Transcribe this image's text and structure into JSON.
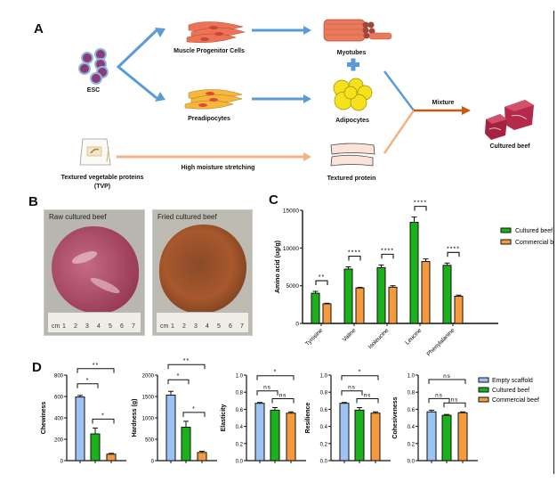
{
  "panels": {
    "a": "A",
    "b": "B",
    "c": "C",
    "d": "D"
  },
  "panel_a": {
    "esc": "ESC",
    "muscle_progenitor": "Muscle Progenitor Cells",
    "preadipocytes": "Preadipocytes",
    "myotubes": "Myotubes",
    "adipocytes": "Adipocytes",
    "tvp_line1": "Textured vegetable proteins",
    "tvp_line2": "(TVP)",
    "stretching": "High moisture stretching",
    "textured_protein": "Textured protein",
    "mixture": "Mixture",
    "cultured_beef": "Cultured beef",
    "colors": {
      "blue_arrow": "#5b9bd5",
      "salmon_arrow": "#f4b183",
      "mixture_arrow": "#c55a11"
    }
  },
  "panel_b": {
    "raw_caption": "Raw cultured beef",
    "fried_caption": "Fried cultured beef",
    "ruler_unit": "cm",
    "ruler_ticks": [
      "1",
      "2",
      "3",
      "4",
      "5",
      "6",
      "7"
    ]
  },
  "chart_data": [
    {
      "id": "C",
      "type": "bar",
      "title": "",
      "xlabel": "",
      "ylabel": "Amino acid (ug/g)",
      "ylim": [
        0,
        15000
      ],
      "yticks": [
        "0",
        "5000",
        "10000",
        "15000"
      ],
      "categories": [
        "Tyrosine",
        "Valine",
        "Isoleucine",
        "Leucine",
        "Phenylalanine"
      ],
      "series": [
        {
          "name": "Cultured beef",
          "color": "#1ab11a",
          "values": [
            4000,
            7200,
            7400,
            13400,
            7700
          ],
          "errors": [
            250,
            300,
            350,
            700,
            300
          ]
        },
        {
          "name": "Commercial beef",
          "color": "#f79a3e",
          "values": [
            2600,
            4700,
            4800,
            8200,
            3600
          ],
          "errors": [
            80,
            80,
            200,
            350,
            150
          ]
        }
      ],
      "significance": [
        "**",
        "****",
        "****",
        "****",
        "****"
      ],
      "legend": "right"
    },
    {
      "id": "D-chewiness",
      "type": "bar",
      "ylabel": "Chewiness",
      "ylim": [
        0,
        800
      ],
      "yticks": [
        "0",
        "200",
        "400",
        "600",
        "800"
      ],
      "categories": [
        "Empty scaffold",
        "Cultured beef",
        "Commercial beef"
      ],
      "values": [
        595,
        250,
        60
      ],
      "errors": [
        15,
        55,
        8
      ],
      "brackets": [
        {
          "from": 0,
          "to": 1,
          "label": "*"
        },
        {
          "from": 0,
          "to": 2,
          "label": "**"
        },
        {
          "from": 1,
          "to": 2,
          "label": "*"
        }
      ]
    },
    {
      "id": "D-hardness",
      "type": "bar",
      "ylabel": "Hardness (g)",
      "ylim": [
        0,
        2000
      ],
      "yticks": [
        "0",
        "500",
        "1000",
        "1500",
        "2000"
      ],
      "categories": [
        "Empty scaffold",
        "Cultured beef",
        "Commercial beef"
      ],
      "values": [
        1530,
        780,
        190
      ],
      "errors": [
        90,
        140,
        30
      ],
      "brackets": [
        {
          "from": 0,
          "to": 1,
          "label": "*"
        },
        {
          "from": 0,
          "to": 2,
          "label": "**"
        },
        {
          "from": 1,
          "to": 2,
          "label": "*"
        }
      ]
    },
    {
      "id": "D-elasticity",
      "type": "bar",
      "ylabel": "Elasticity",
      "ylim": [
        0,
        1.0
      ],
      "yticks": [
        "0.0",
        "0.2",
        "0.4",
        "0.6",
        "0.8",
        "1.0"
      ],
      "categories": [
        "Empty scaffold",
        "Cultured beef",
        "Commercial beef"
      ],
      "values": [
        0.67,
        0.59,
        0.555
      ],
      "errors": [
        0.01,
        0.03,
        0.015
      ],
      "brackets": [
        {
          "from": 0,
          "to": 1,
          "label": "ns"
        },
        {
          "from": 0,
          "to": 2,
          "label": "*"
        },
        {
          "from": 1,
          "to": 2,
          "label": "ns"
        }
      ]
    },
    {
      "id": "D-resilience",
      "type": "bar",
      "ylabel": "Resilience",
      "ylim": [
        0,
        1.0
      ],
      "yticks": [
        "0.0",
        "0.2",
        "0.4",
        "0.6",
        "0.8",
        "1.0"
      ],
      "categories": [
        "Empty scaffold",
        "Cultured beef",
        "Commercial beef"
      ],
      "values": [
        0.67,
        0.59,
        0.555
      ],
      "errors": [
        0.01,
        0.03,
        0.015
      ],
      "brackets": [
        {
          "from": 0,
          "to": 1,
          "label": "ns"
        },
        {
          "from": 0,
          "to": 2,
          "label": "*"
        },
        {
          "from": 1,
          "to": 2,
          "label": "ns"
        }
      ]
    },
    {
      "id": "D-cohesiveness",
      "type": "bar",
      "ylabel": "Cohesiveness",
      "ylim": [
        0,
        1.0
      ],
      "yticks": [
        "0.0",
        "0.2",
        "0.4",
        "0.6",
        "0.8",
        "1.0"
      ],
      "categories": [
        "Empty scaffold",
        "Cultured beef",
        "Commercial beef"
      ],
      "values": [
        0.57,
        0.53,
        0.56
      ],
      "errors": [
        0.02,
        0.01,
        0.01
      ],
      "brackets": [
        {
          "from": 0,
          "to": 1,
          "label": "ns"
        },
        {
          "from": 0,
          "to": 2,
          "label": "ns"
        },
        {
          "from": 1,
          "to": 2,
          "label": "ns"
        }
      ]
    }
  ],
  "legend_d": [
    {
      "name": "Empty scaffold",
      "color": "#9dc3f5"
    },
    {
      "name": "Cultured beef",
      "color": "#1ab11a"
    },
    {
      "name": "Commercial beef",
      "color": "#f79a3e"
    }
  ]
}
